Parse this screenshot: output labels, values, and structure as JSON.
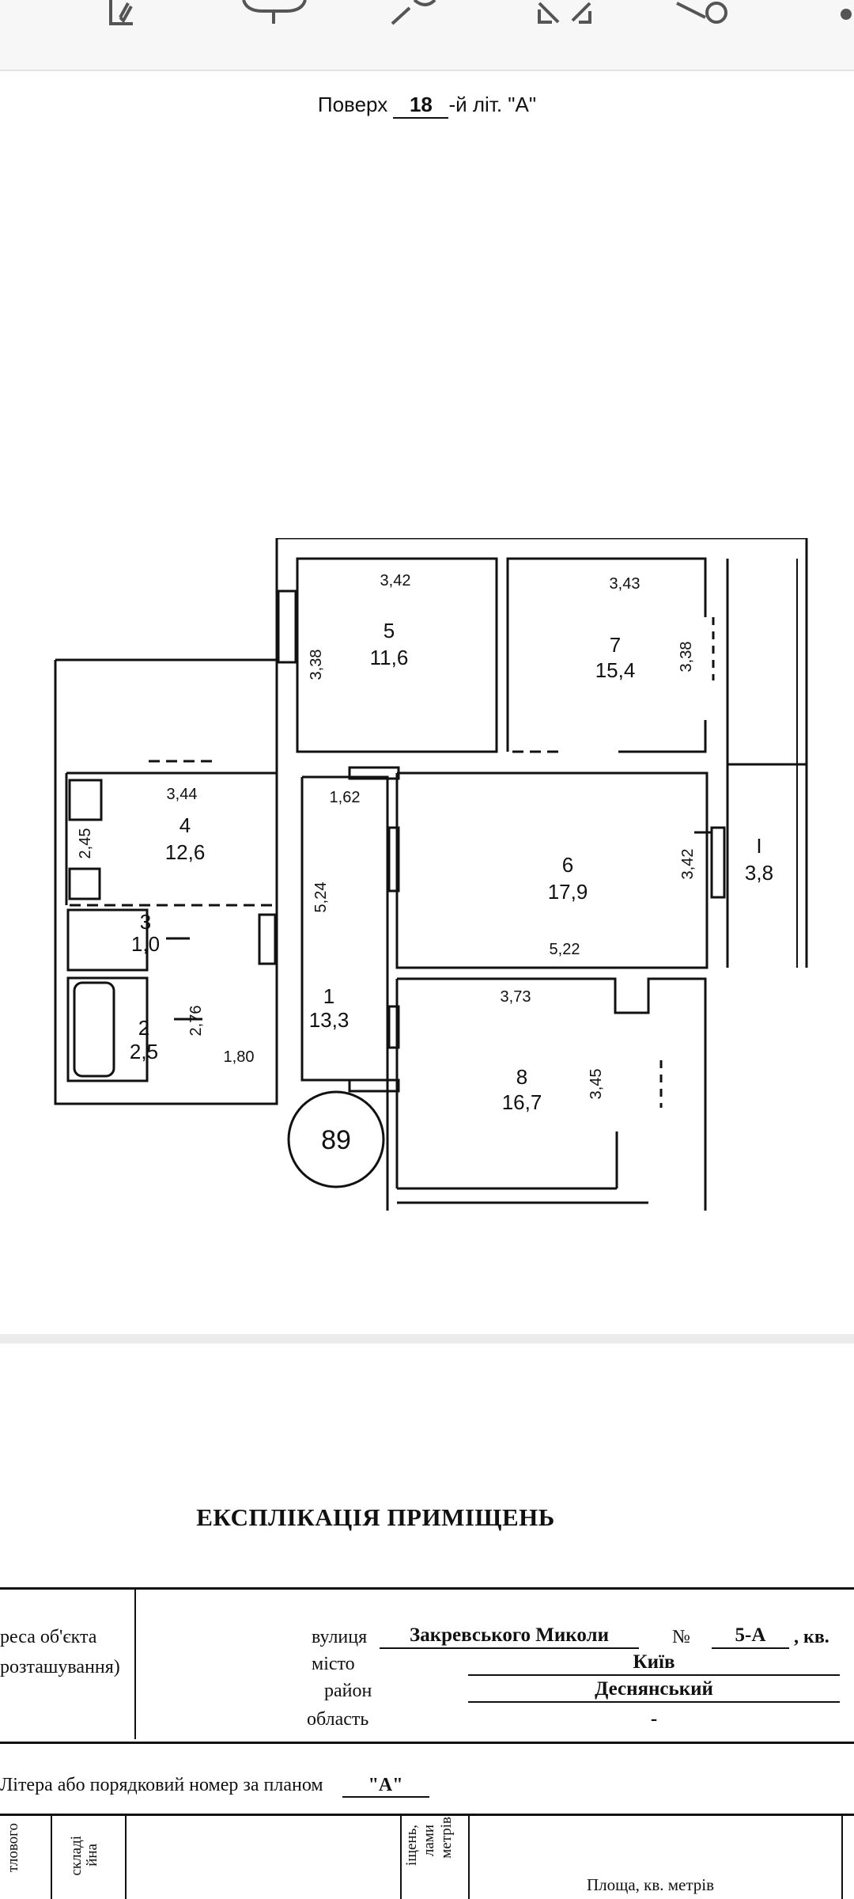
{
  "toolbar": {
    "icons": [
      "markup-icon",
      "lasso-icon",
      "search-icon",
      "expand-icon",
      "share-icon",
      "more-icon"
    ]
  },
  "plan": {
    "floor_prefix": "Поверх",
    "floor_number": "18",
    "floor_suffix": "-й літ. \"А\"",
    "apartment_number": "89",
    "rooms": [
      {
        "num": "1",
        "area": "13,3"
      },
      {
        "num": "2",
        "area": "2,5"
      },
      {
        "num": "3",
        "area": "1,0"
      },
      {
        "num": "4",
        "area": "12,6"
      },
      {
        "num": "5",
        "area": "11,6"
      },
      {
        "num": "6",
        "area": "17,9"
      },
      {
        "num": "7",
        "area": "15,4"
      },
      {
        "num": "8",
        "area": "16,7"
      },
      {
        "num": "I",
        "area": "3,8"
      }
    ],
    "dims": {
      "r5_w": "3,42",
      "r5_h": "3,38",
      "r7_w": "3,43",
      "r7_h": "3,38",
      "r4_w": "3,44",
      "r4_h": "2,45",
      "door": "1,62",
      "corridor": "5,24",
      "r6_h": "3,42",
      "r6_w": "5,22",
      "r8_w": "3,73",
      "r8_h": "3,45",
      "r2_h": "2,76",
      "r1_w": "1,80"
    }
  },
  "doc": {
    "title": "ЕКСПЛІКАЦІЯ ПРИМІЩЕНЬ",
    "addr_left_1": "реса об'єкта",
    "addr_left_2": "розташування)",
    "street_label": "вулиця",
    "street_value": "Закревського Миколи",
    "number_label": "№",
    "number_value": "5-А",
    "apt_label": ", кв.",
    "city_label": "місто",
    "city_value": "Київ",
    "district_label": "район",
    "district_value": "Деснянський",
    "region_label": "область",
    "region_value": "-",
    "letter_label": "Літера або порядковий номер за планом",
    "letter_value": "\"А\"",
    "col1": "тлового",
    "col2a": "складі",
    "col2b": "йна",
    "col3a": "іщень,",
    "col3b": "лами",
    "col3c": "метрів",
    "area_header": "Площа, кв. метрів"
  }
}
